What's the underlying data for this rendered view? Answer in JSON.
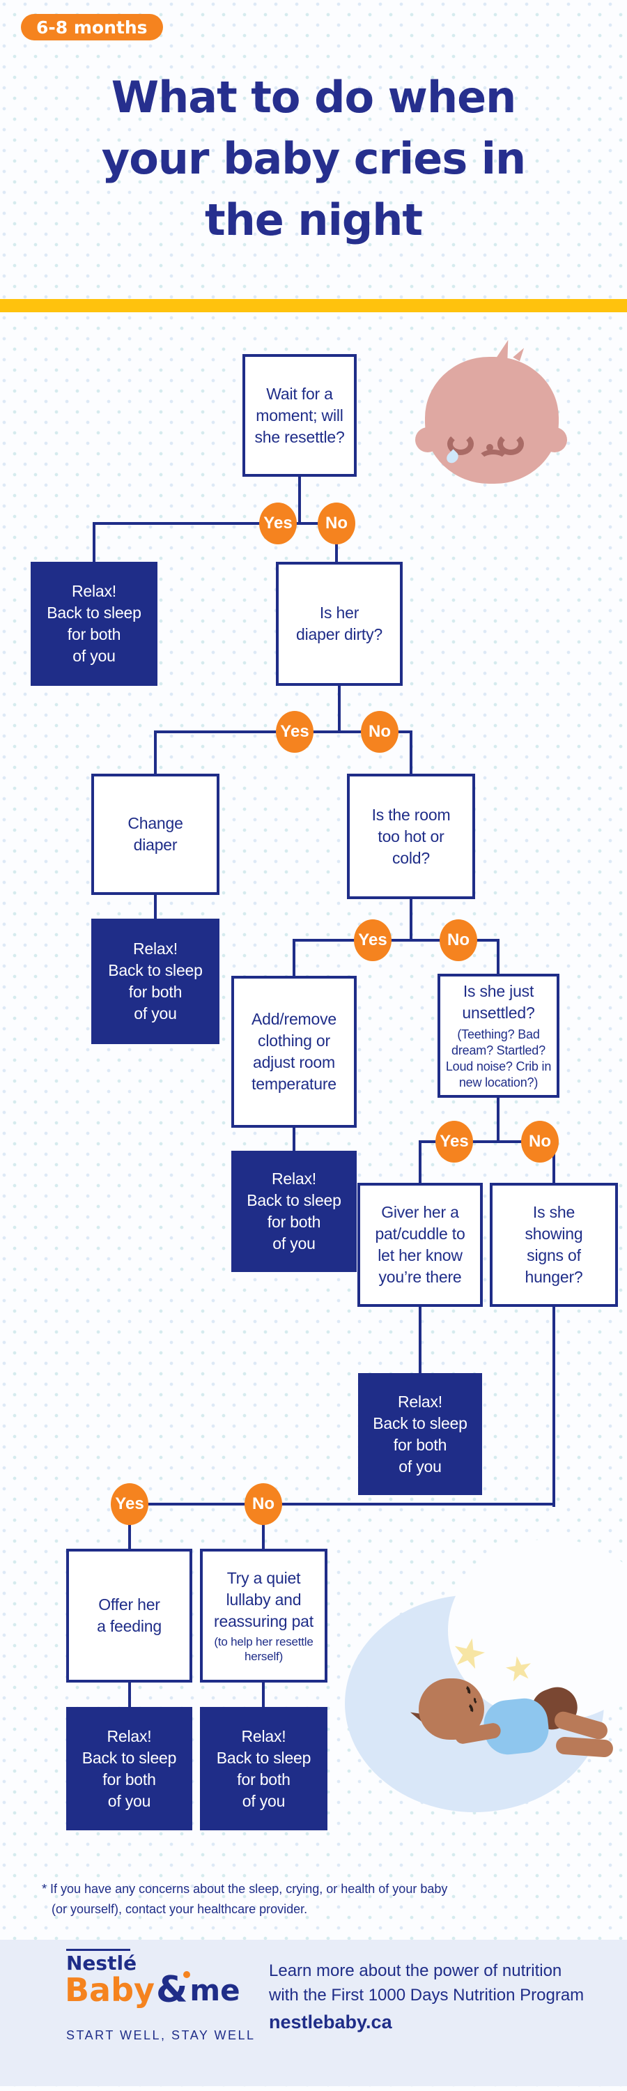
{
  "badge": {
    "label": "6-8 months"
  },
  "title": "What to do when\nyour baby cries in\nthe night",
  "flow": {
    "yes": "Yes",
    "no": "No",
    "relax": "Relax!\nBack to sleep\nfor both\nof you",
    "q_resettle": "Wait for a\nmoment; will\nshe resettle?",
    "q_diaper": "Is her\ndiaper dirty?",
    "a_change_diaper": "Change\ndiaper",
    "q_room_temp": "Is the room\ntoo hot or\ncold?",
    "a_adjust_clothing": "Add/remove\nclothing or\nadjust room\ntemperature",
    "q_unsettled": "Is she just\nunsettled?",
    "q_unsettled_note": "(Teething? Bad\ndream? Startled?\nLoud noise? Crib in\nnew location?)",
    "a_pat_cuddle": "Giver her a\npat/cuddle to\nlet her know\nyou’re there",
    "q_hunger": "Is she\nshowing\nsigns of\nhunger?",
    "a_feeding": "Offer her\na feeding",
    "a_lullaby": "Try a quiet\nlullaby and\nreassuring pat",
    "a_lullaby_note": "(to help her resettle\nherself)"
  },
  "footnote": {
    "line1": "* If you have any concerns  about the sleep, crying, or health of your baby",
    "line2": "(or yourself), contact your healthcare provider."
  },
  "footer": {
    "brand": {
      "nestle": "Nestlé",
      "baby": "Baby",
      "amp": "&",
      "me": "me",
      "tagline": "START WELL, STAY WELL"
    },
    "message": "Learn more about the power of nutrition\nwith the First 1000 Days Nutrition Program",
    "site": "nestlebaby.ca"
  },
  "colors": {
    "navy": "#1f2d88",
    "orange": "#f5831f",
    "yellow": "#ffc20d",
    "footer_bg": "#e8edf8",
    "moon": "#d9e7f8",
    "star": "#f7e5a4",
    "baby_skin_light": "#dfa8a2",
    "baby_feature": "#a96b66",
    "tear": "#cfe7fa",
    "baby_skin_brown": "#b97a58",
    "baby_hair_brown": "#7a4732",
    "onesie_blue": "#8ec6ee"
  }
}
